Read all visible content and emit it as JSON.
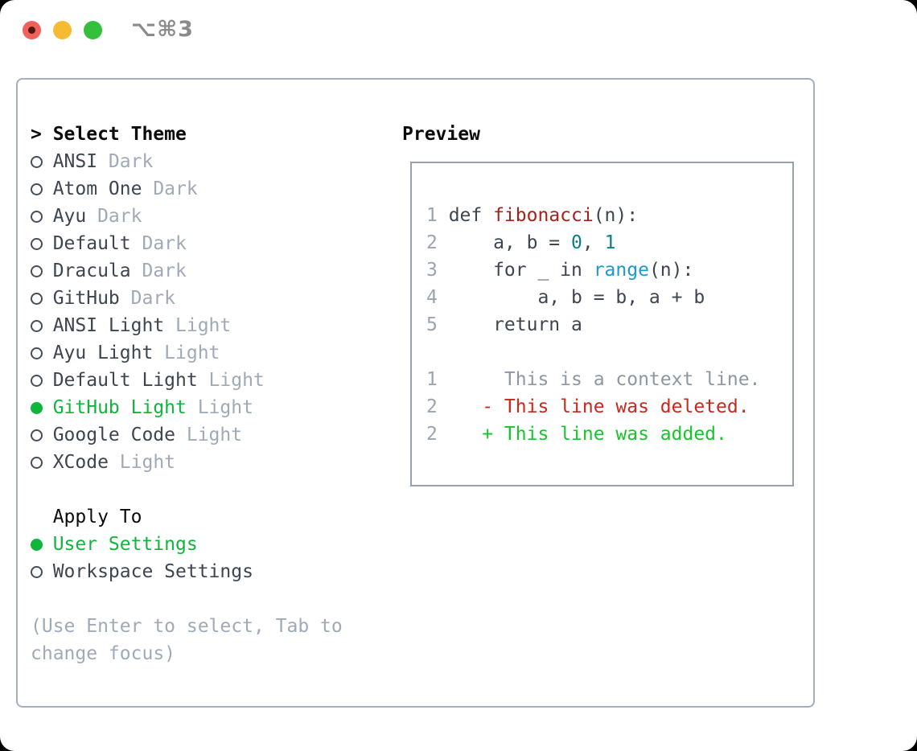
{
  "titlebar": {
    "shortcut": "⌥⌘3",
    "traffic_lights": [
      "close",
      "minimize",
      "zoom"
    ]
  },
  "left": {
    "title": "Select Theme",
    "title_marker": ">",
    "themes": [
      {
        "name": "ANSI",
        "variant": "Dark",
        "selected": false
      },
      {
        "name": "Atom One",
        "variant": "Dark",
        "selected": false
      },
      {
        "name": "Ayu",
        "variant": "Dark",
        "selected": false
      },
      {
        "name": "Default",
        "variant": "Dark",
        "selected": false
      },
      {
        "name": "Dracula",
        "variant": "Dark",
        "selected": false
      },
      {
        "name": "GitHub",
        "variant": "Dark",
        "selected": false
      },
      {
        "name": "ANSI Light",
        "variant": "Light",
        "selected": false
      },
      {
        "name": "Ayu Light",
        "variant": "Light",
        "selected": false
      },
      {
        "name": "Default Light",
        "variant": "Light",
        "selected": false
      },
      {
        "name": "GitHub Light",
        "variant": "Light",
        "selected": true
      },
      {
        "name": "Google Code",
        "variant": "Light",
        "selected": false
      },
      {
        "name": "XCode",
        "variant": "Light",
        "selected": false
      }
    ],
    "apply_to": {
      "title": "Apply To",
      "options": [
        {
          "label": "User Settings",
          "selected": true
        },
        {
          "label": "Workspace Settings",
          "selected": false
        }
      ]
    },
    "hint": "(Use Enter to select, Tab to change focus)"
  },
  "preview": {
    "title": "Preview",
    "code_lines": [
      {
        "num": "1",
        "segments": [
          {
            "t": "def ",
            "c": "code"
          },
          {
            "t": "fibonacci",
            "c": "function"
          },
          {
            "t": "(n):",
            "c": "code"
          }
        ]
      },
      {
        "num": "2",
        "segments": [
          {
            "t": "    a, b = ",
            "c": "code"
          },
          {
            "t": "0",
            "c": "number"
          },
          {
            "t": ", ",
            "c": "code"
          },
          {
            "t": "1",
            "c": "number"
          }
        ]
      },
      {
        "num": "3",
        "segments": [
          {
            "t": "    for _ in ",
            "c": "code"
          },
          {
            "t": "range",
            "c": "builtin"
          },
          {
            "t": "(n):",
            "c": "code"
          }
        ]
      },
      {
        "num": "4",
        "segments": [
          {
            "t": "        a, b = b, a + b",
            "c": "code"
          }
        ]
      },
      {
        "num": "5",
        "segments": [
          {
            "t": "    return a",
            "c": "code"
          }
        ]
      }
    ],
    "diff_lines": [
      {
        "num": "1",
        "segments": [
          {
            "t": "     This is a context line.",
            "c": "context"
          }
        ]
      },
      {
        "num": "2",
        "segments": [
          {
            "t": "   - This line was deleted.",
            "c": "deleted"
          }
        ]
      },
      {
        "num": "2",
        "segments": [
          {
            "t": "   + This line was added.",
            "c": "added"
          }
        ]
      }
    ]
  },
  "colors": {
    "selected_green": "#10b53c",
    "diff_added_green": "#17c52a",
    "diff_deleted_red": "#c9281a",
    "code_function_red": "#a3231c",
    "code_number_teal": "#0d7e82",
    "code_builtin_blue": "#1c9ad0",
    "muted_gray": "#a0aab6",
    "text_dark": "#3d4550",
    "panel_border": "#a5afba",
    "traffic_red": "#f1605a",
    "traffic_yellow": "#f6bb32",
    "traffic_green": "#34c03d"
  }
}
